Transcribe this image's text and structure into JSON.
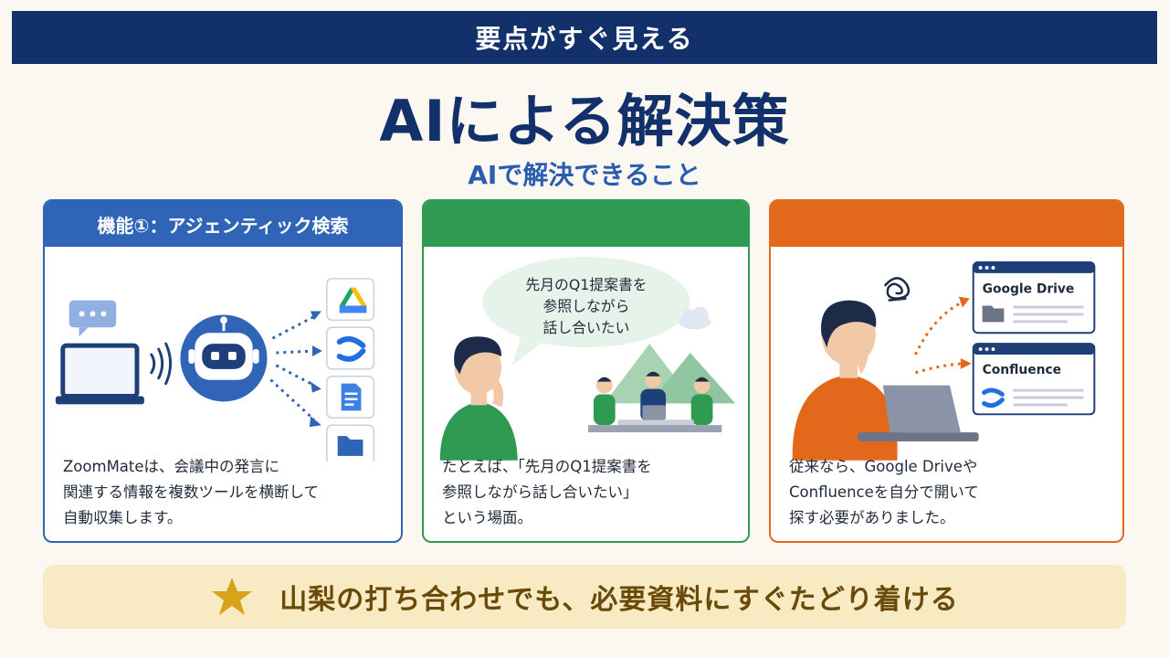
{
  "header": {
    "banner": "要点がすぐ見える",
    "title": "AIによる解決策",
    "subtitle": "AIで解決できること"
  },
  "cards": [
    {
      "header": "機能①：アジェンティック検索",
      "lines": [
        "ZoomMateは、会議中の発言に",
        "関連する情報を複数ツールを横断して",
        "自動収集します。"
      ],
      "color": "#2f64b6"
    },
    {
      "header": "",
      "bubble": [
        "先月のQ1提案書を",
        "参照しながら",
        "話し合いたい"
      ],
      "lines": [
        "たとえば、「先月のQ1提案書を",
        "参照しながら話し合いたい」",
        "という場面。"
      ],
      "color": "#2f9a52"
    },
    {
      "header": "",
      "windows": [
        "Google Drive",
        "Confluence"
      ],
      "lines": [
        "従来なら、Google Driveや",
        "Confluenceを自分で開いて",
        "探す必要がありました。"
      ],
      "color": "#e2691b"
    }
  ],
  "footer": {
    "text": "山梨の打ち合わせでも、必要資料にすぐたどり着ける",
    "icon": "star-icon"
  }
}
